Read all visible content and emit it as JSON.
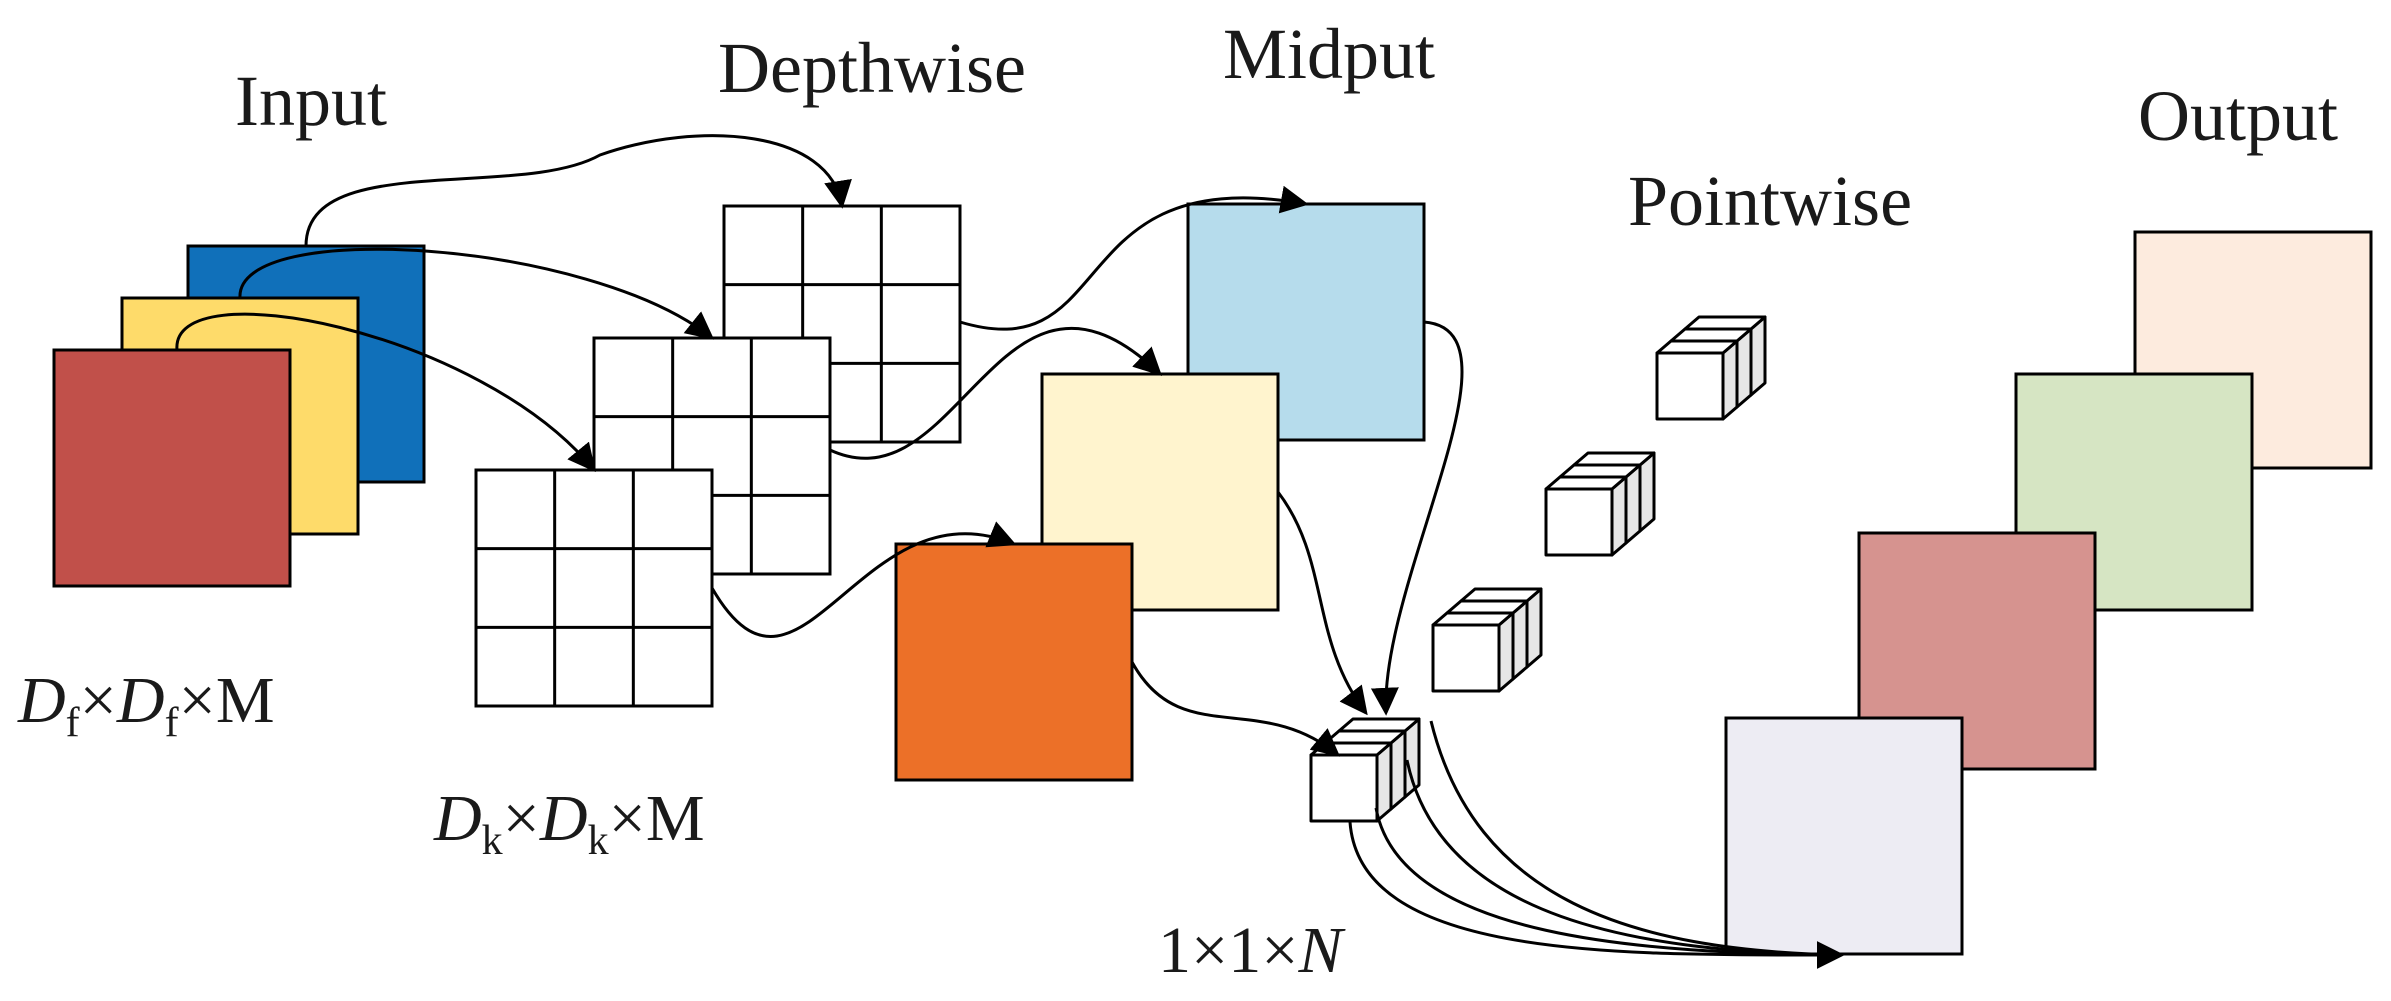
{
  "labels": {
    "input": "Input",
    "depthwise": "Depthwise",
    "midput": "Midput",
    "pointwise": "Pointwise",
    "output": "Output"
  },
  "dims": {
    "input": {
      "a": "D",
      "a_sub": "f",
      "x1": "×",
      "b": "D",
      "b_sub": "f",
      "x2": "×",
      "c": "M"
    },
    "kernel": {
      "a": "D",
      "a_sub": "k",
      "x1": "×",
      "b": "D",
      "b_sub": "k",
      "x2": "×",
      "c": "M"
    },
    "pointwise": {
      "prefix": "1×1×",
      "n": "N"
    }
  },
  "colors": {
    "input": [
      "#C1504A",
      "#FEDB6A",
      "#1070BA"
    ],
    "midput": [
      "#EC7028",
      "#FFF4CE",
      "#B6DCEC"
    ],
    "output": [
      "#EDECF3",
      "#D6938F",
      "#D6E5C3",
      "#FDEBDE"
    ]
  }
}
